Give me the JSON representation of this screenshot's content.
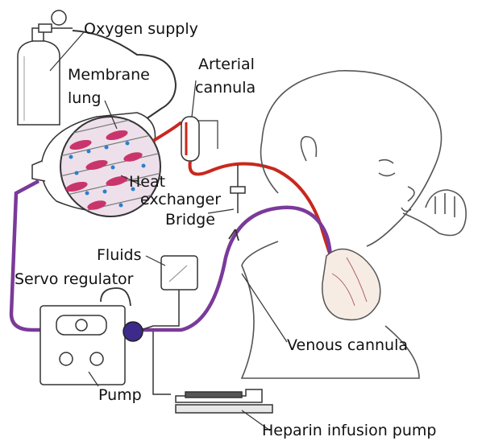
{
  "labels": {
    "oxygen_supply": "Oxygen supply",
    "membrane_lung_1": "Membrane",
    "membrane_lung_2": "lung",
    "arterial_cannula_1": "Arterial",
    "arterial_cannula_2": "cannula",
    "heat_exchanger_1": "Heat",
    "heat_exchanger_2": "exchanger",
    "bridge": "Bridge",
    "fluids": "Fluids",
    "servo_regulator": "Servo regulator",
    "venous_cannula": "Venous cannula",
    "pump": "Pump",
    "heparin_infusion_pump": "Heparin infusion pump"
  },
  "colors": {
    "arterial": "#c8281e",
    "venous": "#7a3a9a",
    "membrane_fill": "#e9d9e6",
    "line": "#333333"
  }
}
